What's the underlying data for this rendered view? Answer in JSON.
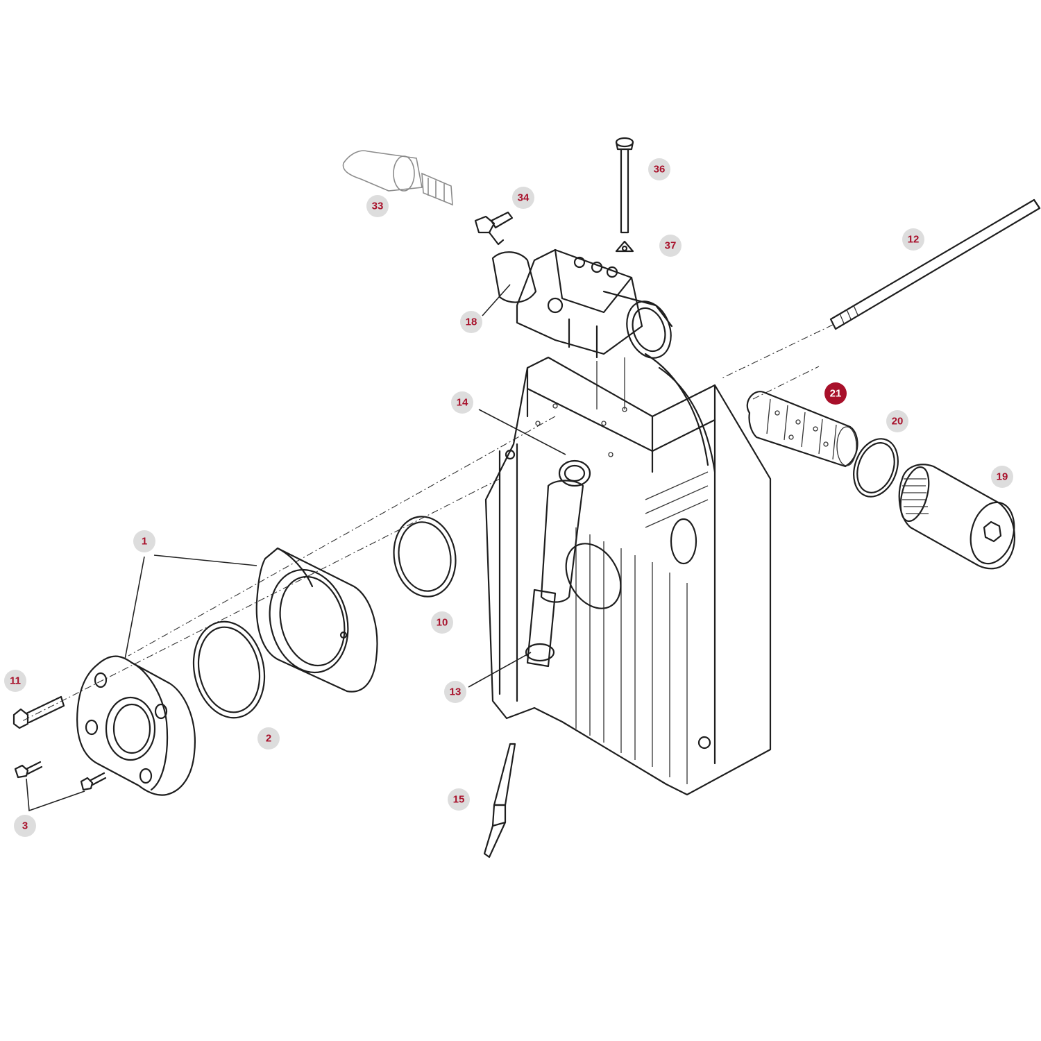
{
  "colors": {
    "label_text": "#a8102a",
    "label_bubble": "#dddddd",
    "highlight_bubble": "#a8102a",
    "line": "#1e1e1e"
  },
  "callouts": [
    {
      "id": "1",
      "highlight": false
    },
    {
      "id": "2",
      "highlight": false
    },
    {
      "id": "3",
      "highlight": false
    },
    {
      "id": "10",
      "highlight": false
    },
    {
      "id": "11",
      "highlight": false
    },
    {
      "id": "12",
      "highlight": false
    },
    {
      "id": "13",
      "highlight": false
    },
    {
      "id": "14",
      "highlight": false
    },
    {
      "id": "15",
      "highlight": false
    },
    {
      "id": "18",
      "highlight": false
    },
    {
      "id": "19",
      "highlight": false
    },
    {
      "id": "20",
      "highlight": false
    },
    {
      "id": "21",
      "highlight": true
    },
    {
      "id": "33",
      "highlight": false
    },
    {
      "id": "34",
      "highlight": false
    },
    {
      "id": "36",
      "highlight": false
    },
    {
      "id": "37",
      "highlight": false
    }
  ]
}
